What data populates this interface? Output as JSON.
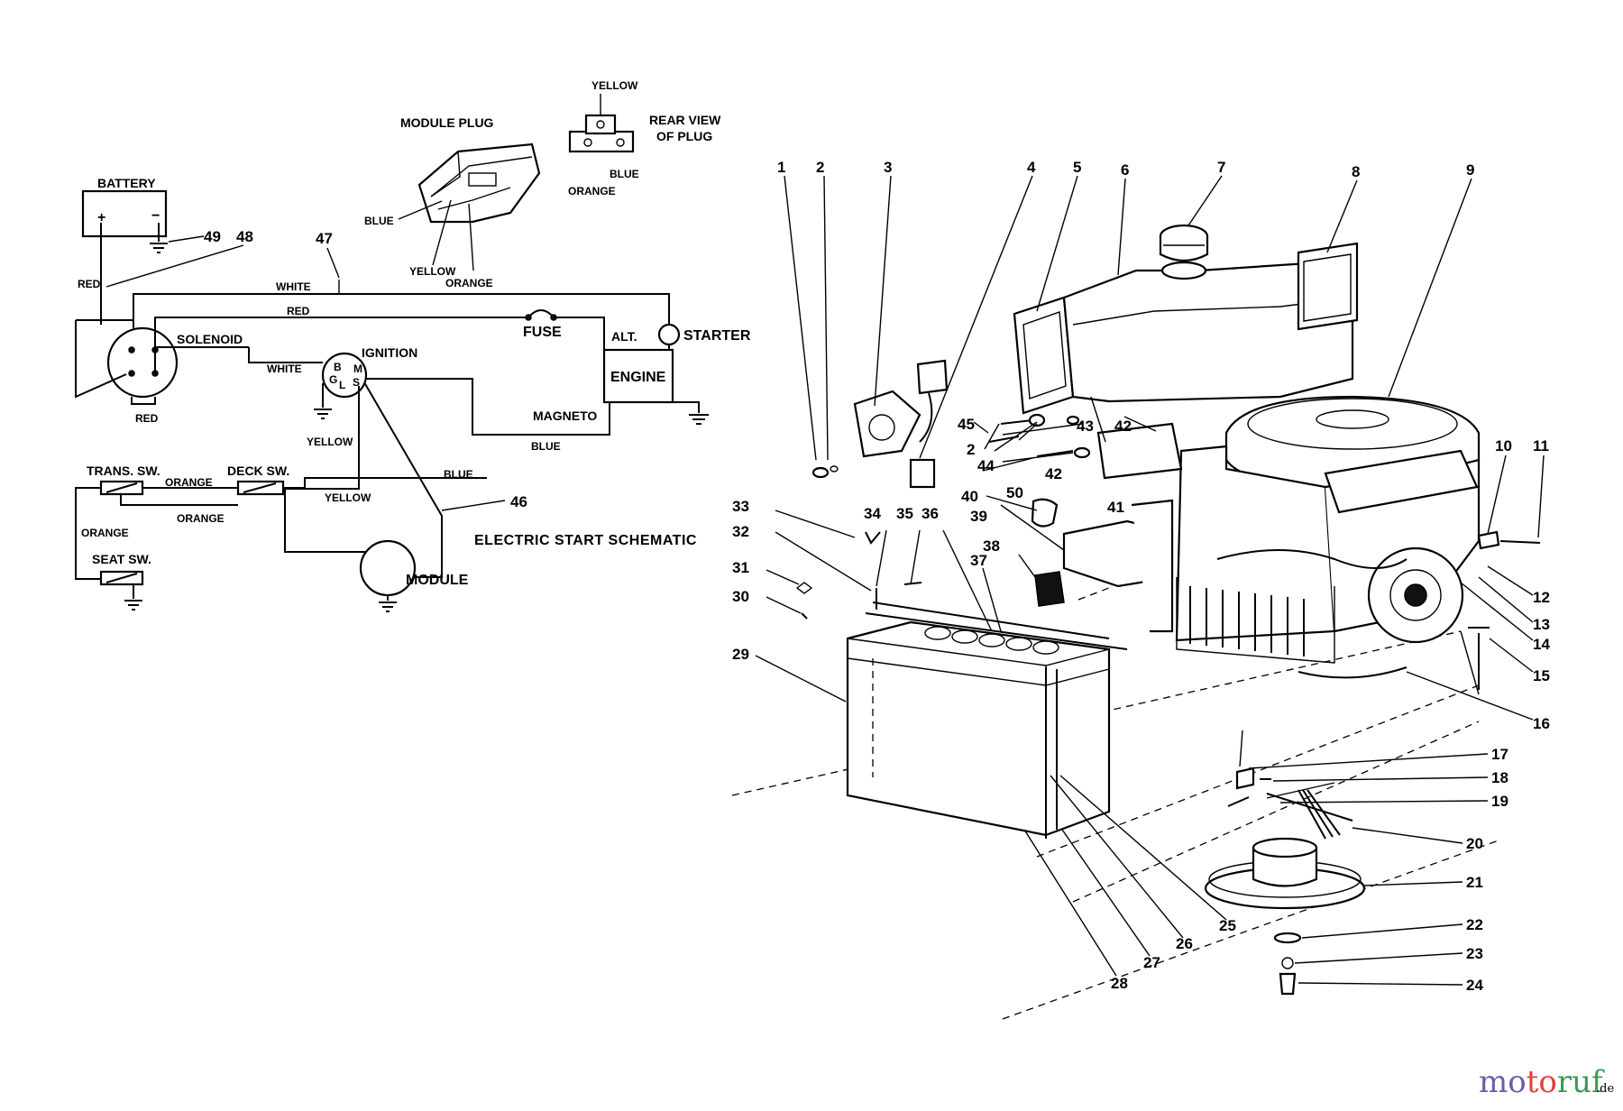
{
  "schematic": {
    "title": "ELECTRIC START SCHEMATIC",
    "battery": "BATTERY",
    "plus": "+",
    "minus": "−",
    "module_plug": "MODULE PLUG",
    "rear_view_line1": "REAR VIEW",
    "rear_view_line2": "OF PLUG",
    "solenoid": "SOLENOID",
    "ignition": "IGNITION",
    "fuse": "FUSE",
    "alt": "ALT.",
    "starter": "STARTER",
    "engine": "ENGINE",
    "magneto": "MAGNETO",
    "trans_sw": "TRANS. SW.",
    "deck_sw": "DECK SW.",
    "seat_sw": "SEAT SW.",
    "module": "MODULE",
    "ign_b": "B",
    "ign_g": "G",
    "ign_l": "L",
    "ign_m": "M",
    "ign_s": "S",
    "colors": {
      "yellow": "YELLOW",
      "blue": "BLUE",
      "orange": "ORANGE",
      "red": "RED",
      "white": "WHITE"
    },
    "callouts": {
      "c46": "46",
      "c47": "47",
      "c48": "48",
      "c49": "49"
    }
  },
  "parts": {
    "p1": "1",
    "p2": "2",
    "p3": "3",
    "p4": "4",
    "p5": "5",
    "p6": "6",
    "p7": "7",
    "p8": "8",
    "p9": "9",
    "p10": "10",
    "p11": "11",
    "p12": "12",
    "p13": "13",
    "p14": "14",
    "p15": "15",
    "p16": "16",
    "p17": "17",
    "p18": "18",
    "p19": "19",
    "p20": "20",
    "p21": "21",
    "p22": "22",
    "p23": "23",
    "p24": "24",
    "p25": "25",
    "p26": "26",
    "p27": "27",
    "p28": "28",
    "p29": "29",
    "p30": "30",
    "p31": "31",
    "p32": "32",
    "p33": "33",
    "p34": "34",
    "p35": "35",
    "p36": "36",
    "p37": "37",
    "p38": "38",
    "p39": "39",
    "p40": "40",
    "p41": "41",
    "p42": "42",
    "p43": "43",
    "p44": "44",
    "p45": "45",
    "p50": "50",
    "p2b": "2",
    "p42b": "42"
  },
  "watermark": {
    "brand": "motoruf",
    "tld": ".de",
    "colors": {
      "m1": "#6b5ea8",
      "m2": "#e0413c",
      "m3": "#3a9a57"
    }
  }
}
